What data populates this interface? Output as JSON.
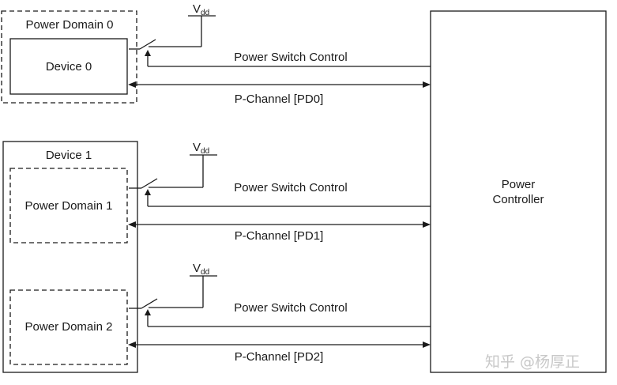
{
  "top": {
    "domain_label": "Power Domain 0",
    "device_label": "Device 0",
    "vdd": {
      "main": "V",
      "sub": "dd"
    },
    "switch_label": "Power Switch Control",
    "channel_label": "P-Channel [PD0]"
  },
  "device1": {
    "label": "Device 1",
    "domain1": {
      "label": "Power Domain 1",
      "vdd": {
        "main": "V",
        "sub": "dd"
      },
      "switch_label": "Power Switch Control",
      "channel_label": "P-Channel [PD1]"
    },
    "domain2": {
      "label": "Power Domain 2",
      "vdd": {
        "main": "V",
        "sub": "dd"
      },
      "switch_label": "Power Switch Control",
      "channel_label": "P-Channel [PD2]"
    }
  },
  "controller": {
    "line1": "Power",
    "line2": "Controller"
  },
  "watermark": "知乎 @杨厚正"
}
